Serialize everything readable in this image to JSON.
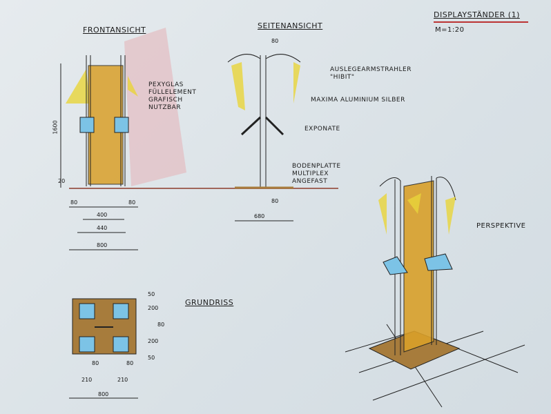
{
  "title": {
    "name": "DISPLAYSTÄNDER",
    "number": "1",
    "scale": "M=1:20"
  },
  "front_view": {
    "heading": "FRONTANSICHT",
    "note": [
      "PEXYGLAS",
      "FÜLLELEMENT",
      "GRAFISCH",
      "NUTZBAR"
    ],
    "dims": {
      "height": "1600",
      "base": "20",
      "left_post": "80",
      "right_post": "80",
      "inner": "400",
      "outer": "440",
      "total": "800"
    }
  },
  "side_view": {
    "heading": "SEITENANSICHT",
    "top_dim": "80",
    "bottom_dim": "80",
    "width": "680",
    "labels": {
      "lamp": "AUSLEGEARMSTRAHLER",
      "lamp_name": "\"HIBIT\"",
      "profile": "MAXIMA ALUMINIUM SILBER",
      "exhibits": "EXPONATE",
      "base": [
        "BODENPLATTE",
        "MULTIPLEX",
        "ANGEFAST"
      ]
    }
  },
  "plan_view": {
    "heading": "GRUNDRISS",
    "dims_h": [
      "80",
      "80",
      "210",
      "210",
      "800"
    ],
    "dims_v": [
      "50",
      "200",
      "80",
      "200",
      "50"
    ]
  },
  "perspective": {
    "heading": "PERSPEKTIVE"
  },
  "colors": {
    "paper": "#dfe6ea",
    "ochre": "#d9a02a",
    "blue": "#7cc3e6",
    "yellow": "#e8d43a",
    "red": "#d99aa0",
    "wood": "#a77c3c"
  }
}
